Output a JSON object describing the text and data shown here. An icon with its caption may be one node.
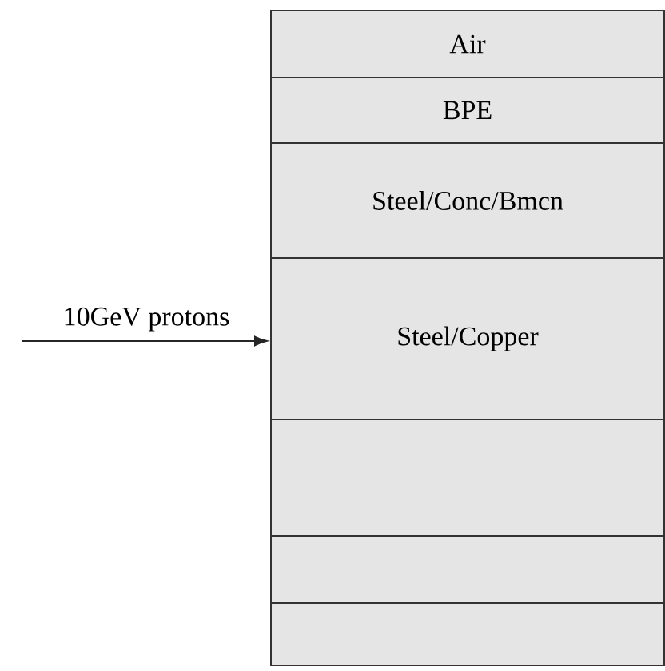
{
  "diagram": {
    "nodes": [
      {
        "text": [
          "Air"
        ]
      },
      {
        "text": [
          "BPE"
        ]
      },
      {
        "text": [
          "Steel/Conc/Bmcn"
        ]
      },
      {
        "text": [
          "Steel/Copper"
        ]
      },
      {
        "text": [],
        "shape": "box"
      },
      {
        "text": [],
        "shape": "box"
      },
      {
        "text": [],
        "shape": "box"
      }
    ],
    "edges": [
      {
        "from": null,
        "to": 3,
        "arrow": "to",
        "label": "10GeV protons"
      }
    ]
  }
}
